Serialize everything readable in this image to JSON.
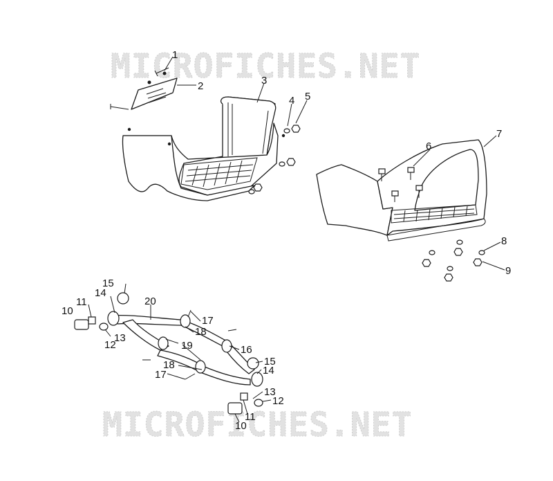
{
  "watermark": {
    "top": "MICROFICHES.NET",
    "bottom": "MICROFICHES.NET"
  },
  "callouts": [
    {
      "id": "c1",
      "label": "1"
    },
    {
      "id": "c2",
      "label": "2"
    },
    {
      "id": "c3",
      "label": "3"
    },
    {
      "id": "c4",
      "label": "4"
    },
    {
      "id": "c5",
      "label": "5"
    },
    {
      "id": "c6",
      "label": "6"
    },
    {
      "id": "c7",
      "label": "7"
    },
    {
      "id": "c8",
      "label": "8"
    },
    {
      "id": "c9",
      "label": "9"
    },
    {
      "id": "c10a",
      "label": "10"
    },
    {
      "id": "c11a",
      "label": "11"
    },
    {
      "id": "c12a",
      "label": "12"
    },
    {
      "id": "c13a",
      "label": "13"
    },
    {
      "id": "c14a",
      "label": "14"
    },
    {
      "id": "c15a",
      "label": "15"
    },
    {
      "id": "c20",
      "label": "20"
    },
    {
      "id": "c17a",
      "label": "17"
    },
    {
      "id": "c18a",
      "label": "18"
    },
    {
      "id": "c19",
      "label": "19"
    },
    {
      "id": "c16",
      "label": "16"
    },
    {
      "id": "c15b",
      "label": "15"
    },
    {
      "id": "c14b",
      "label": "14"
    },
    {
      "id": "c18b",
      "label": "18"
    },
    {
      "id": "c17b",
      "label": "17"
    },
    {
      "id": "c13b",
      "label": "13"
    },
    {
      "id": "c12b",
      "label": "12"
    },
    {
      "id": "c11b",
      "label": "11"
    },
    {
      "id": "c10b",
      "label": "10"
    }
  ]
}
